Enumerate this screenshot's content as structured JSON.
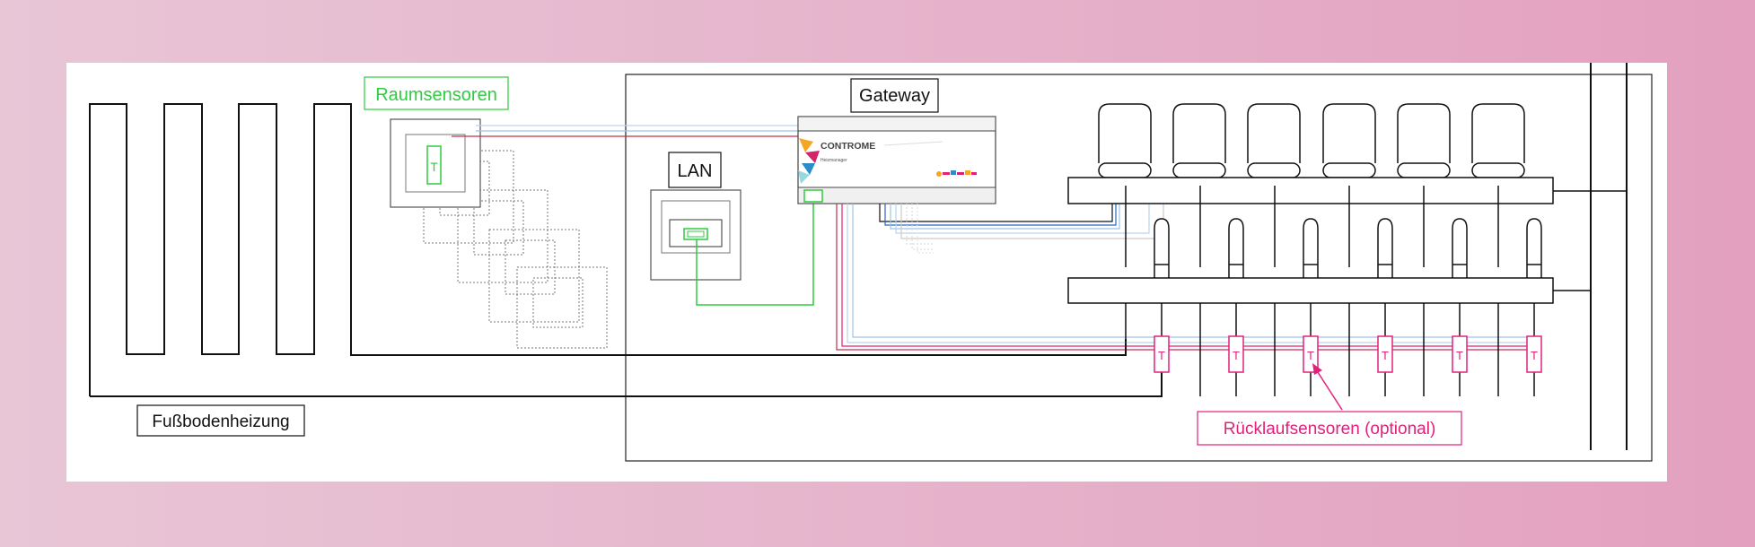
{
  "diagram": {
    "labels": {
      "raumsensoren": "Raumsensoren",
      "lan": "LAN",
      "gateway": "Gateway",
      "fussboden": "Fußbodenheizung",
      "ruecklauf": "Rücklaufsensoren (optional)"
    },
    "sensor_glyph": "T",
    "device": {
      "brand": "CONTROME",
      "subtitle": "Heizmanager"
    },
    "colors": {
      "green": "#2ecc40",
      "magenta": "#e0227a",
      "red": "#c0304a",
      "blue": "#2a64c8",
      "light_blue": "#9cc4ea",
      "pale_blue": "#b8d4f0",
      "black": "#111111"
    }
  }
}
